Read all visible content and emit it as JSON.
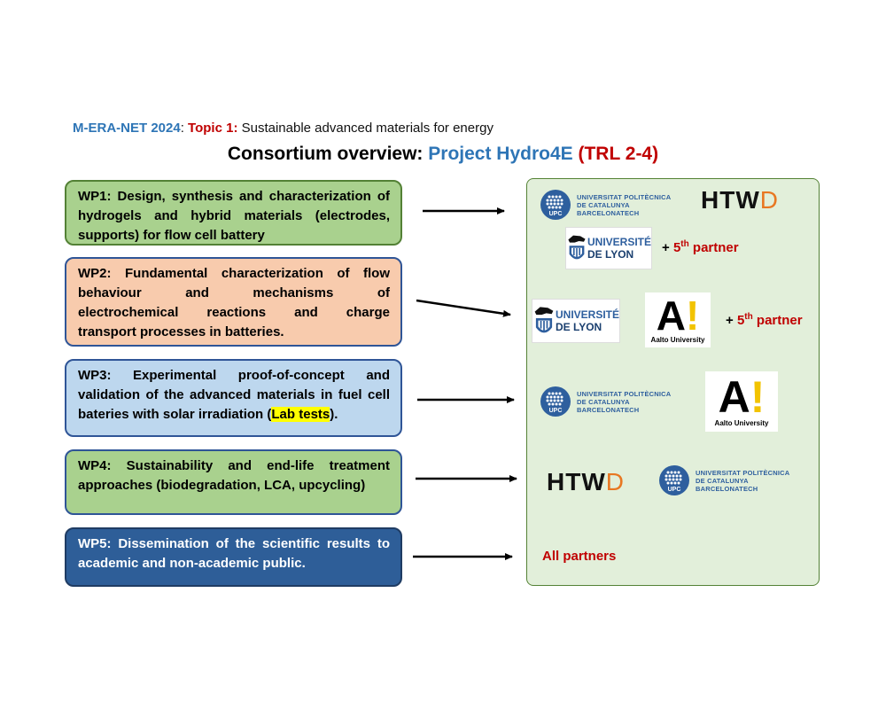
{
  "header": {
    "program": "M-ERA-NET 2024",
    "separator": ": ",
    "topic_label": "Topic 1:",
    "topic_text": " Sustainable advanced materials for energy"
  },
  "title": {
    "prefix": "Consortium overview: ",
    "project": "Project Hydro4E",
    "trl": " (TRL 2-4)"
  },
  "work_packages": [
    {
      "label": "WP1: Design, synthesis and characterization of hydrogels and hybrid materials (electrodes, supports) for flow cell battery"
    },
    {
      "lines": [
        "WP2: Fundamental characterization of flow",
        "behaviour and mechanisms of",
        "electrochemical reactions and charge",
        "transport processes in batteries."
      ]
    },
    {
      "before": "WP3: Experimental proof-of-concept and validation of the advanced materials in fuel cell bateries with solar irradiation (",
      "highlight": "Lab tests",
      "after": ")."
    },
    {
      "label": "WP4: Sustainability and end-life treatment approaches (biodegradation, LCA, upcycling)"
    },
    {
      "label": "WP5: Dissemination of the scientific results to academic and non-academic public."
    }
  ],
  "partners": {
    "upc": {
      "line1": "UNIVERSITAT POLITÈCNICA",
      "line2": "DE CATALUNYA",
      "line3": "BARCELONATECH",
      "seal": "UPC"
    },
    "htw": {
      "text": "HTW",
      "d": "D"
    },
    "lyon": {
      "line1": "UNIVERSITÉ",
      "line2": "DE LYON"
    },
    "aalto": {
      "mark": "A",
      "excl": "!",
      "name": "Aalto University"
    },
    "fifth_prefix": "+ ",
    "fifth_num": "5",
    "fifth_sup": "th",
    "fifth_suffix": " partner",
    "all": "All partners"
  },
  "colors": {
    "blue": "#2e75b6",
    "red": "#c00000",
    "green_box": "#a9d18e",
    "orange_box": "#f8cbad",
    "light_blue_box": "#bdd7ee",
    "dark_blue_box": "#2e5e98",
    "panel": "#e2efda"
  }
}
